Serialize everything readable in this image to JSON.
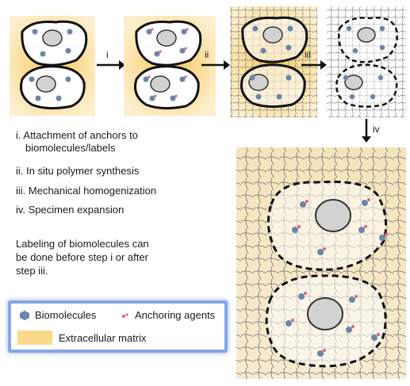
{
  "steps": {
    "i": "i",
    "ii": "ii",
    "iii": "iii",
    "iv": "iv"
  },
  "description": {
    "line1a": "i. Attachment of anchors to",
    "line1b": "biomolecules/labels",
    "line2": "ii. In situ polymer synthesis",
    "line3": "iii. Mechanical homogenization",
    "line4": "iv. Specimen expansion",
    "note1": "Labeling of biomolecules can",
    "note2": "be done before step i or after",
    "note3": "step iii."
  },
  "legend": {
    "biomolecules": "Biomolecules",
    "anchoring": "Anchoring agents",
    "ecm": "Extracellular matrix"
  },
  "colors": {
    "ecm": "#fbd98a",
    "legend_border": "#86a6e6",
    "biomolecule": "#6b86a6",
    "anchor": "#e0608a",
    "nucleus": "#d2d2d2"
  }
}
